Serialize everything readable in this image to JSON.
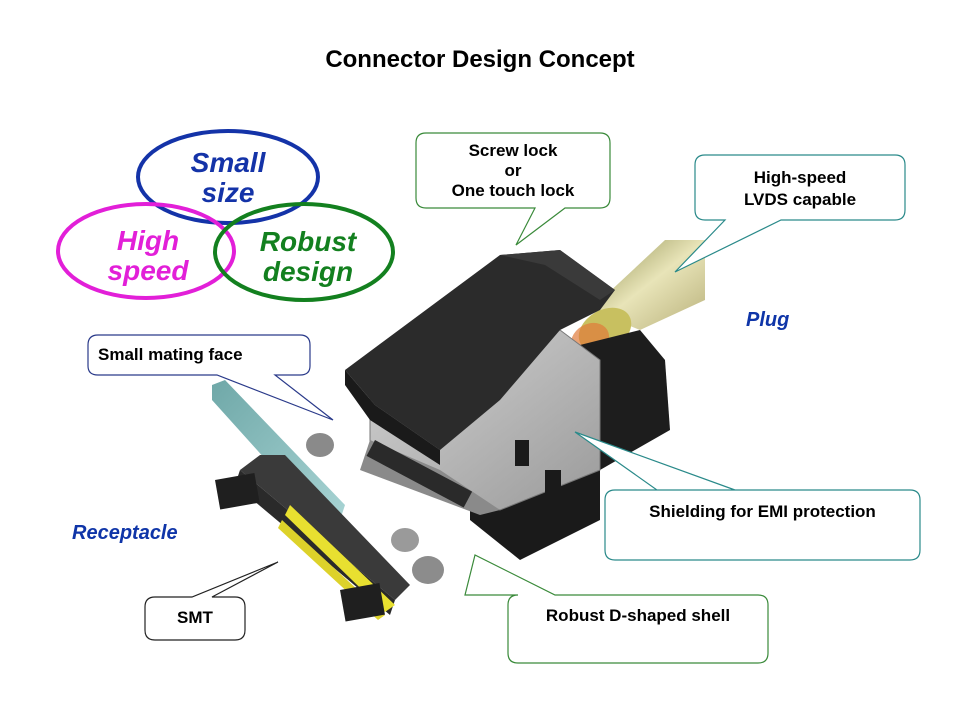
{
  "title": "Connector Design Concept",
  "venn": {
    "small_size": {
      "line1": "Small",
      "line2": "size",
      "color": "#1433a8"
    },
    "high_speed": {
      "line1": "High",
      "line2": "speed",
      "color": "#e21fd8"
    },
    "robust_design": {
      "line1": "Robust",
      "line2": "design",
      "color": "#13801f"
    }
  },
  "labels": {
    "plug": "Plug",
    "receptacle": "Receptacle"
  },
  "callouts": {
    "lock": {
      "line1": "Screw lock",
      "line2": "or",
      "line3": "One touch lock"
    },
    "lvds": {
      "line1": "High-speed",
      "line2": "LVDS capable"
    },
    "mating_face": "Small mating face",
    "shielding": "Shielding for EMI protection",
    "smt": "SMT",
    "shell": "Robust D-shaped shell"
  },
  "colors": {
    "callout_green": "#3a8a3a",
    "callout_teal": "#2a8a8a",
    "callout_blue": "#2a3a8a",
    "callout_dark": "#222222",
    "label_blue": "#0f35a8"
  }
}
